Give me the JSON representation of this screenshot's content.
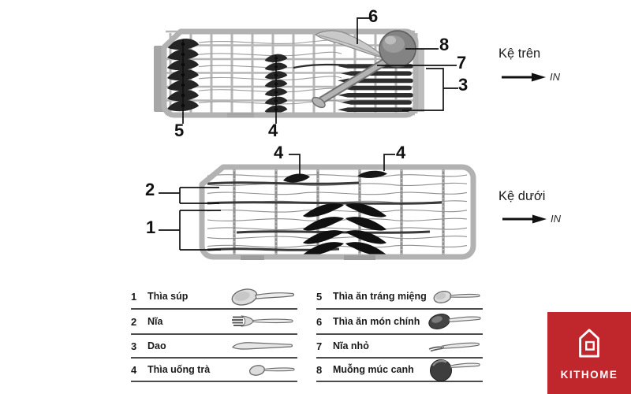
{
  "page": {
    "background": "#ffffff"
  },
  "diagram": {
    "upper_rack": {
      "title": "Kệ trên",
      "direction_label": "IN"
    },
    "lower_rack": {
      "title": "Kệ dưới",
      "direction_label": "IN"
    },
    "callouts": {
      "c1": "1",
      "c2": "2",
      "c3": "3",
      "c4_upper": "4",
      "c4_lower_left": "4",
      "c4_lower_right": "4",
      "c5": "5",
      "c6": "6",
      "c7": "7",
      "c8": "8"
    }
  },
  "legend": {
    "left": [
      {
        "num": "1",
        "label": "Thìa súp",
        "icon": "soup-spoon-icon"
      },
      {
        "num": "2",
        "label": "Nĩa",
        "icon": "fork-icon"
      },
      {
        "num": "3",
        "label": "Dao",
        "icon": "knife-icon"
      },
      {
        "num": "4",
        "label": "Thìa uống trà",
        "icon": "tea-spoon-icon"
      }
    ],
    "right": [
      {
        "num": "5",
        "label": "Thìa ăn tráng miệng",
        "icon": "dessert-spoon-icon"
      },
      {
        "num": "6",
        "label": "Thìa ăn món chính",
        "icon": "main-spoon-icon"
      },
      {
        "num": "7",
        "label": "Nĩa nhỏ",
        "icon": "small-fork-icon"
      },
      {
        "num": "8",
        "label": "Muỗng múc canh",
        "icon": "ladle-icon"
      }
    ]
  },
  "logo": {
    "brand": "KITHOME",
    "background_color": "#c0272d"
  },
  "colors": {
    "basket_gray": "#b2b2b2",
    "cutlery_dark": "#1e1e1e",
    "callout_line": "#111111",
    "legend_rule": "#4c4c4c"
  }
}
